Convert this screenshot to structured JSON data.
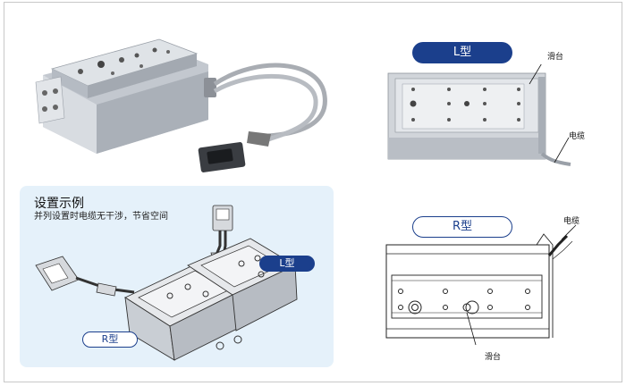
{
  "example": {
    "title": "设置示例",
    "description": "并列设置时电缆无干涉，节省空间",
    "label_l": "L型",
    "label_r": "R型"
  },
  "l_type": {
    "badge": "L型",
    "slide_table_label": "滑台",
    "cable_label": "电缆"
  },
  "r_type": {
    "badge": "R型",
    "cable_label": "电缆",
    "slide_table_label": "滑台"
  },
  "colors": {
    "badge_blue": "#1b3f8c",
    "example_bg": "#e5f1fa",
    "aluminum": "#c9ced4"
  }
}
